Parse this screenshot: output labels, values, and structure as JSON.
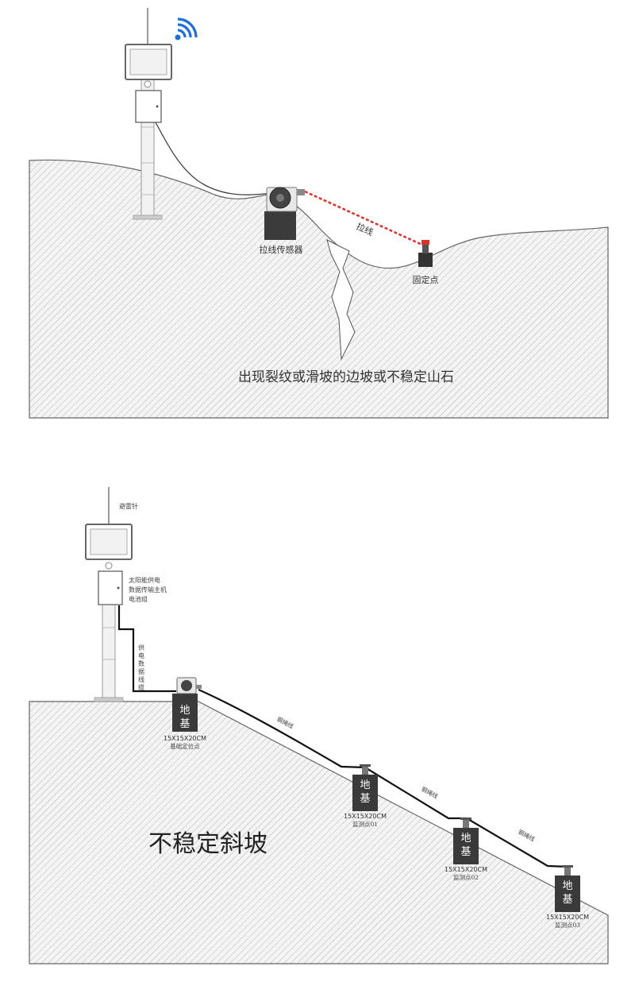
{
  "panel1": {
    "sensor_label": "拉线传感器",
    "wire_label": "拉线",
    "anchor_label": "固定点",
    "caption": "出现裂纹或滑坡的边坡或不稳定山石",
    "wire_color": "#d9342b",
    "wifi_color": "#1e6fd9",
    "icons": [
      "wifi-icon",
      "solar-panel-icon",
      "control-box-icon"
    ]
  },
  "panel2": {
    "lightning_rod_label": "避雷针",
    "host_label_line1": "太阳能供电",
    "host_label_line2": "数据传输主机",
    "host_label_line3": "电池组",
    "cable_label_chars": [
      "供",
      "电",
      "数",
      "据",
      "线",
      "缆"
    ],
    "caption": "不稳定斜坡",
    "rope_label": "钢绳线",
    "foundation_char1": "地",
    "foundation_char2": "基",
    "foundations": [
      {
        "size": "15X15X20CM",
        "label": "基础定位点"
      },
      {
        "size": "15X15X20CM",
        "label": "监测点01"
      },
      {
        "size": "15X15X20CM",
        "label": "监测点02"
      },
      {
        "size": "15X15X20CM",
        "label": "监测点03"
      }
    ]
  }
}
